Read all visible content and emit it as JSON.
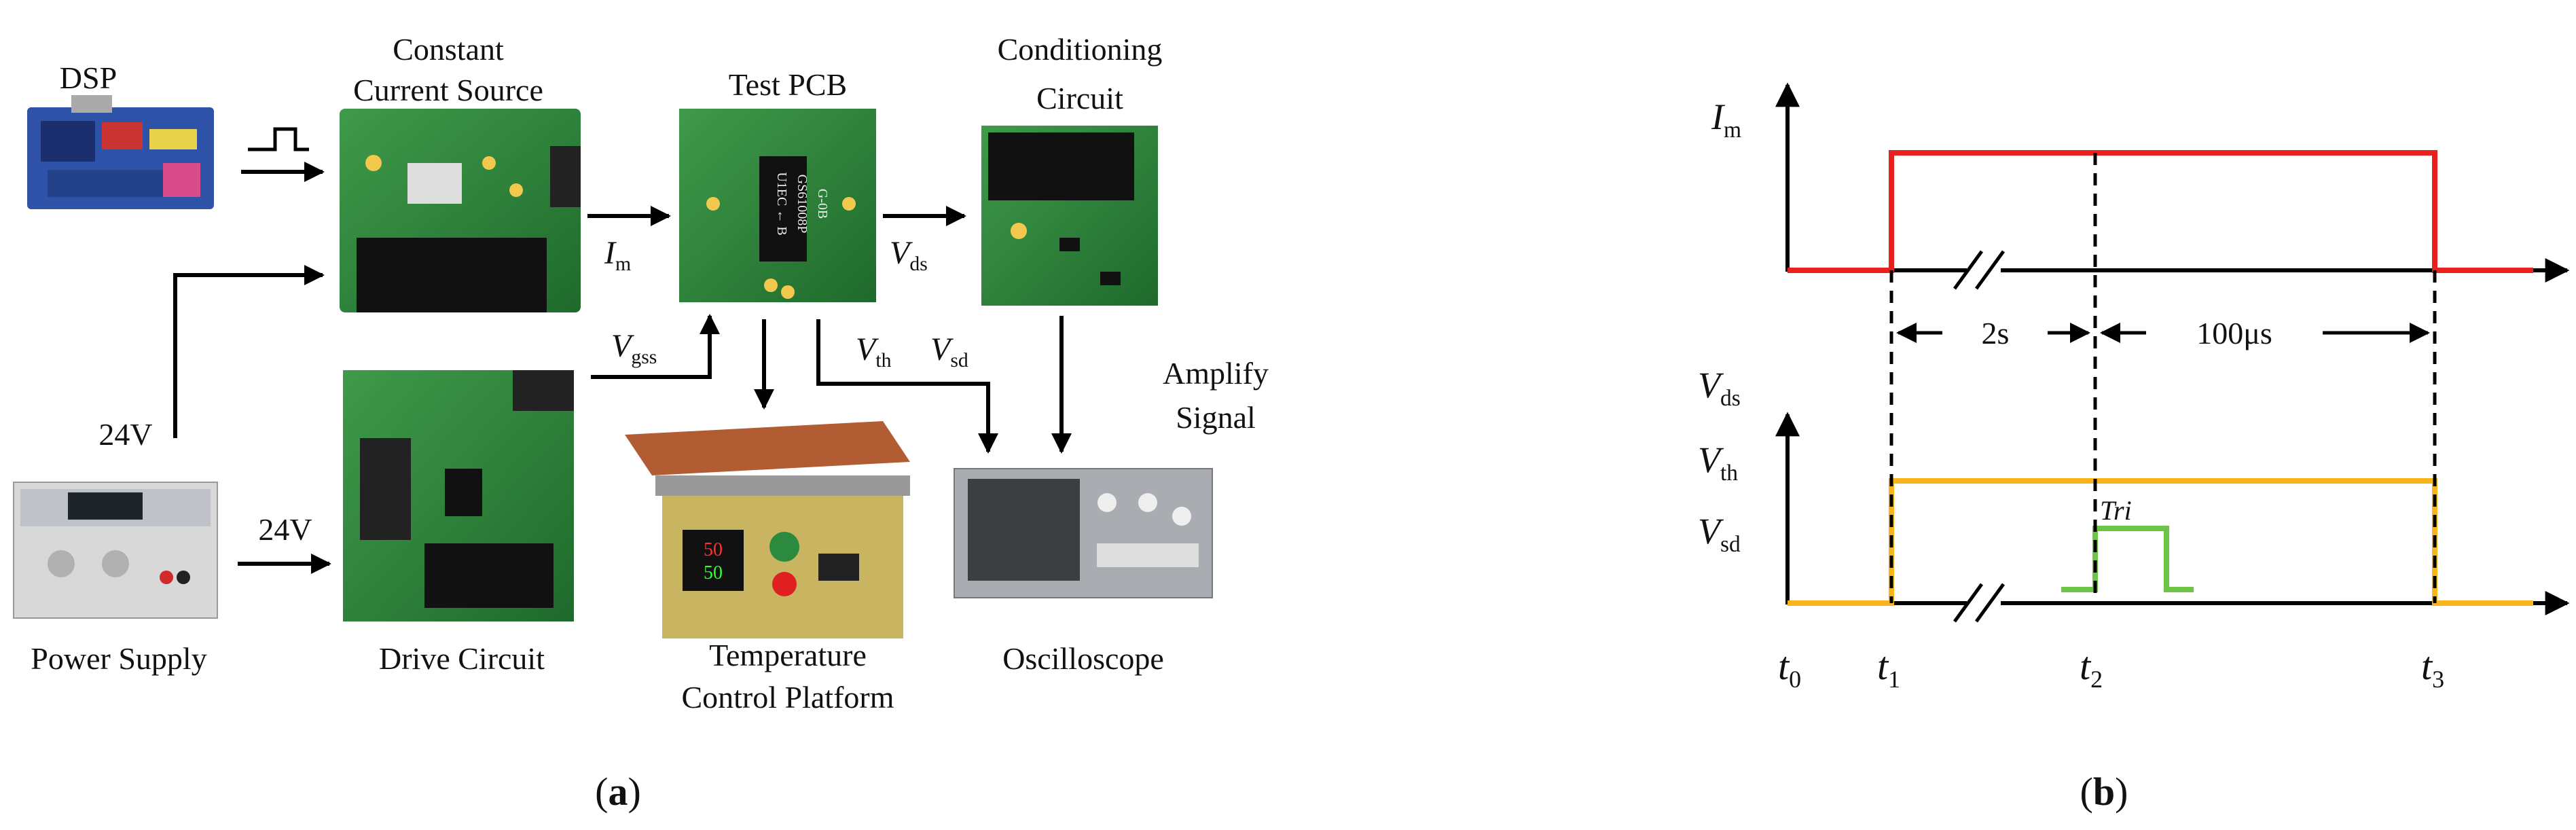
{
  "panel_a": {
    "caption_open": "(",
    "caption_letter": "a",
    "caption_close": ")",
    "blocks": {
      "dsp": "DSP",
      "ccs_line1": "Constant",
      "ccs_line2": "Current Source",
      "test_pcb": "Test PCB",
      "cond_line1": "Conditioning",
      "cond_line2": "Circuit",
      "power_supply": "Power Supply",
      "drive_circuit": "Drive Circuit",
      "temp_line1": "Temperature",
      "temp_line2": "Control Platform",
      "oscilloscope": "Oscilloscope",
      "amp_line1": "Amplify",
      "amp_line2": "Signal"
    },
    "signals": {
      "voltage_up": "24V",
      "voltage_right": "24V",
      "im_base": "I",
      "im_sub": "m",
      "vds_base": "V",
      "vds_sub": "ds",
      "vgss_base": "V",
      "vgss_sub": "gss",
      "vth_base": "V",
      "vth_sub": "th",
      "vsd_base": "V",
      "vsd_sub": "sd"
    },
    "board_markings": {
      "chip_line1": "G-0B",
      "chip_line2": "GS61008P",
      "chip_line3": "U1EC ← B",
      "scope_display_top": "50",
      "scope_display_bottom": "50"
    }
  },
  "panel_b": {
    "caption_open": "(",
    "caption_letter": "b",
    "caption_close": ")",
    "y_top_base": "I",
    "y_top_sub": "m",
    "y_bottom_lines": [
      {
        "base": "V",
        "sub": "ds"
      },
      {
        "base": "V",
        "sub": "th"
      },
      {
        "base": "V",
        "sub": "sd"
      }
    ],
    "time_labels": [
      {
        "base": "t",
        "sub": "0"
      },
      {
        "base": "t",
        "sub": "1"
      },
      {
        "base": "t",
        "sub": "2"
      },
      {
        "base": "t",
        "sub": "3"
      }
    ],
    "interval_1": "2s",
    "interval_2": "100μs",
    "pulse_label": "Tri",
    "colors": {
      "current": "#e8211d",
      "voltage": "#f8b51b",
      "trigger": "#6cc547"
    }
  }
}
